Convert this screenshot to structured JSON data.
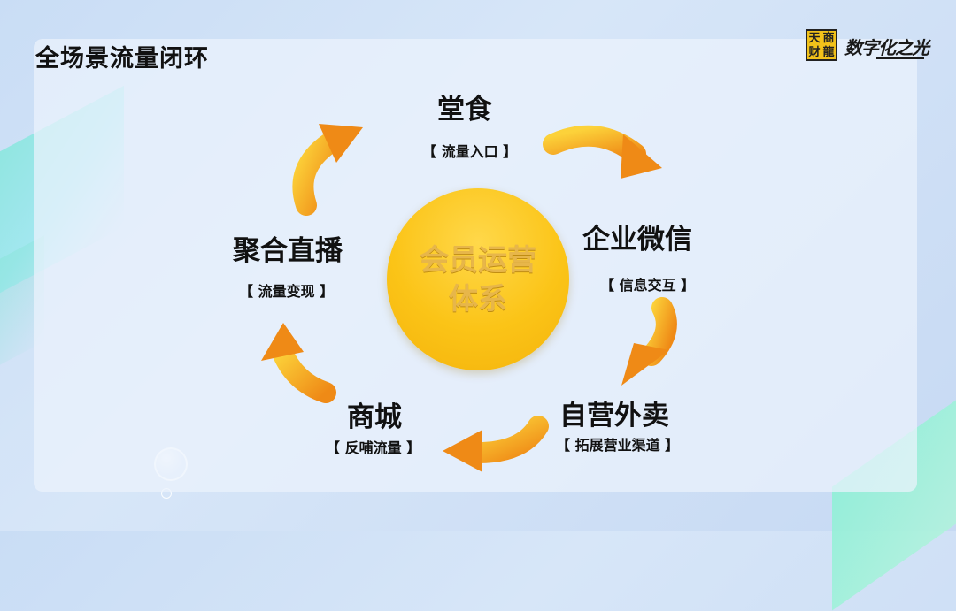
{
  "page": {
    "title": "全场景流量闭环"
  },
  "logo": {
    "seal": [
      "天",
      "商",
      "财",
      "龍"
    ],
    "text": "数字化之光"
  },
  "center": {
    "line1": "会员运营",
    "line2": "体系"
  },
  "nodes": [
    {
      "title": "堂食",
      "subtitle": "【 流量入口 】"
    },
    {
      "title": "企业微信",
      "subtitle": "【 信息交互 】"
    },
    {
      "title": "自营外卖",
      "subtitle": "【 拓展营业渠道 】"
    },
    {
      "title": "商城",
      "subtitle": "【 反哺流量 】"
    },
    {
      "title": "聚合直播",
      "subtitle": "【 流量变现 】"
    }
  ],
  "colors": {
    "arrow_light": "#fcd23a",
    "arrow_dark": "#ef8a16",
    "circle": "#fbc417",
    "teal": "#8ae5da"
  }
}
